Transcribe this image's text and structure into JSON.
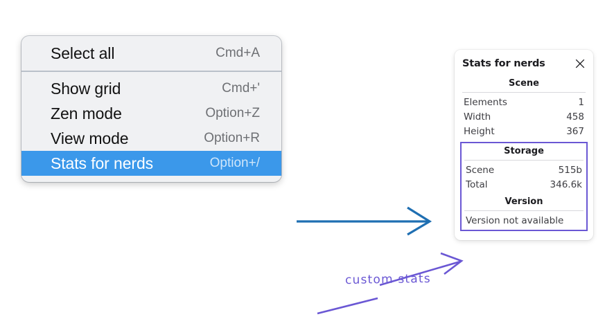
{
  "menu": {
    "sections": [
      {
        "items": [
          {
            "label": "Select all",
            "shortcut": "Cmd+A",
            "selected": false
          }
        ]
      },
      {
        "items": [
          {
            "label": "Show grid",
            "shortcut": "Cmd+'",
            "selected": false
          },
          {
            "label": "Zen mode",
            "shortcut": "Option+Z",
            "selected": false
          },
          {
            "label": "View mode",
            "shortcut": "Option+R",
            "selected": false
          },
          {
            "label": "Stats for nerds",
            "shortcut": "Option+/",
            "selected": true
          }
        ]
      }
    ],
    "selected_color": "#3b98ea"
  },
  "stats_panel": {
    "title": "Stats for nerds",
    "close_icon": "close-icon",
    "scene": {
      "heading": "Scene",
      "rows": [
        {
          "key": "Elements",
          "value": "1"
        },
        {
          "key": "Width",
          "value": "458"
        },
        {
          "key": "Height",
          "value": "367"
        }
      ]
    },
    "storage": {
      "heading": "Storage",
      "rows": [
        {
          "key": "Scene",
          "value": "515b"
        },
        {
          "key": "Total",
          "value": "346.6k"
        }
      ]
    },
    "version": {
      "heading": "Version",
      "text": "Version not available"
    },
    "highlight_color": "#6a57d4"
  },
  "annotations": {
    "handwritten_label": "custom stats",
    "blue_arrow_color": "#1f6fb2",
    "purple_arrow_color": "#6a57d4"
  }
}
